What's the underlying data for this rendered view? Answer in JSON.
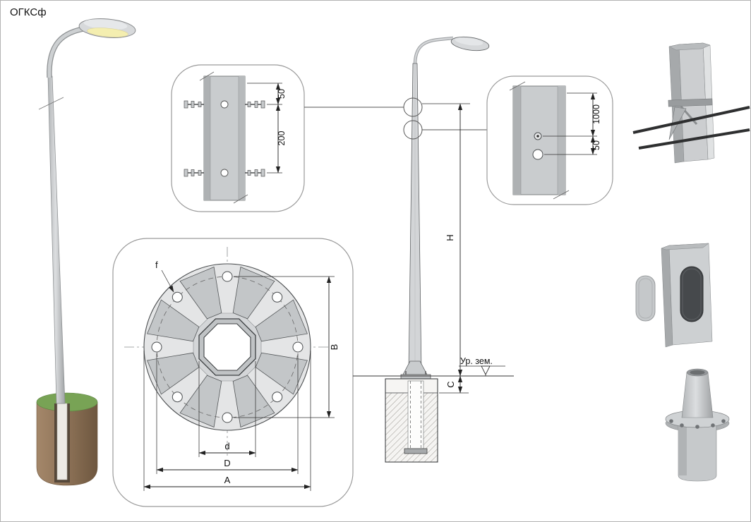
{
  "title": "ОГКСф",
  "detail_mount_top": {
    "dim_offset_top": "50",
    "dim_spacing": "200"
  },
  "detail_mount_right": {
    "dim_spacing": "1000",
    "dim_offset": "50"
  },
  "flange_detail": {
    "dim_hole": "f",
    "dim_height": "B",
    "dim_inner": "d",
    "dim_bolt_circle": "D",
    "dim_outer": "A"
  },
  "elevation": {
    "dim_height": "H",
    "dim_embed": "C",
    "ground_label": "Ур. зем."
  },
  "colors": {
    "pole_gray": "#c9ccce",
    "grass_green": "#78a355",
    "soil_brown": "#8d7257",
    "line_dark": "#222222"
  }
}
